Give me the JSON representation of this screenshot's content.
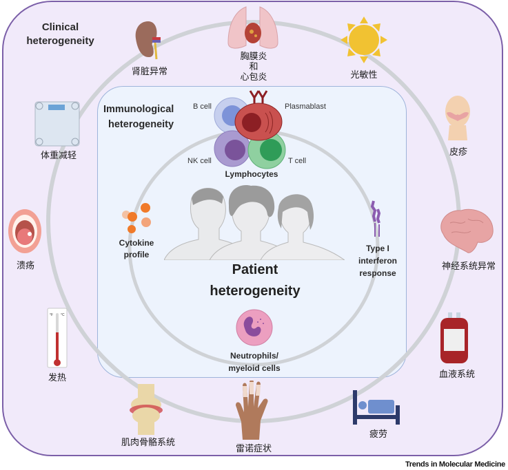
{
  "clinical": {
    "title_line1": "Clinical",
    "title_line2": "heterogeneity",
    "symptoms": {
      "kidney": "肾脏异常",
      "pleuritis_line1": "胸膜炎",
      "pleuritis_line2": "和",
      "pleuritis_line3": "心包炎",
      "photosensitivity": "光敏性",
      "rash": "皮疹",
      "weight_loss": "体重减轻",
      "ulcers": "溃疡",
      "neuro": "神经系统异常",
      "fever": "发热",
      "hematologic": "血液系统",
      "musculoskeletal": "肌肉骨骼系统",
      "raynaud": "雷诺症状",
      "fatigue": "疲劳"
    }
  },
  "immunological": {
    "title_line1": "Immunological",
    "title_line2": "heterogeneity",
    "cells": {
      "b_cell": "B cell",
      "plasmablast": "Plasmablast",
      "nk_cell": "NK cell",
      "t_cell": "T cell",
      "lymphocytes": "Lymphocytes"
    },
    "cytokine_line1": "Cytokine",
    "cytokine_line2": "profile",
    "ifn_line1": "Type I",
    "ifn_line2": "interferon",
    "ifn_line3": "response",
    "neutro_line1": "Neutrophils/",
    "neutro_line2": "myeloid cells"
  },
  "patient": {
    "title_line1": "Patient",
    "title_line2": "heterogeneity"
  },
  "thermometer": {
    "f_label": "°F",
    "c_label": "°C"
  },
  "colors": {
    "outer_bg": "#f1eafa",
    "outer_border": "#7b5fa8",
    "inner_bg": "#edf3fd",
    "inner_border": "#9db3da",
    "ring": "#cfd2d6"
  },
  "footer": "Trends in Molecular Medicine"
}
